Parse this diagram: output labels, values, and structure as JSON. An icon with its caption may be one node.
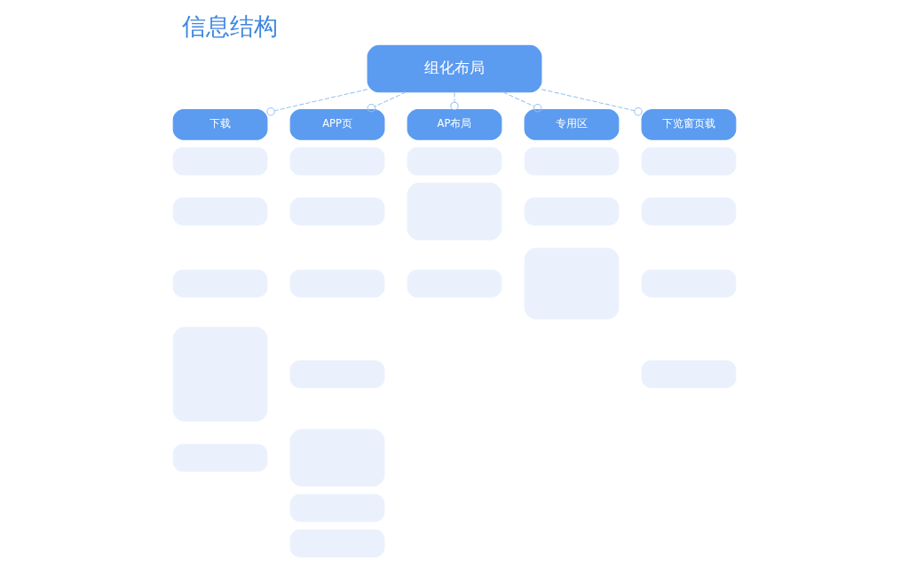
{
  "diagram": {
    "title": "信息结构",
    "nodes": [
      {
        "text": [
          "组化布局"
        ]
      },
      {
        "text": [
          "下载"
        ]
      },
      {
        "text": [
          "APP页"
        ]
      },
      {
        "text": [
          "AP布局"
        ]
      },
      {
        "text": [
          "专用区"
        ]
      },
      {
        "text": [
          "下览窗页载"
        ]
      },
      {
        "text": [],
        "shape": "box"
      },
      {
        "text": [],
        "shape": "box"
      },
      {
        "text": [],
        "shape": "box"
      },
      {
        "text": [],
        "shape": "box"
      },
      {
        "text": [],
        "shape": "box"
      },
      {
        "text": [],
        "shape": "box"
      },
      {
        "text": [],
        "shape": "box"
      },
      {
        "text": [],
        "shape": "box"
      },
      {
        "text": [],
        "shape": "box"
      },
      {
        "text": [],
        "shape": "box"
      },
      {
        "text": [],
        "shape": "box"
      },
      {
        "text": [],
        "shape": "box"
      },
      {
        "text": [],
        "shape": "box"
      },
      {
        "text": [],
        "shape": "box"
      },
      {
        "text": [],
        "shape": "box"
      },
      {
        "text": [],
        "shape": "box"
      },
      {
        "text": [],
        "shape": "box"
      },
      {
        "text": [],
        "shape": "box"
      },
      {
        "text": [],
        "shape": "box"
      },
      {
        "text": [],
        "shape": "box"
      },
      {
        "text": [],
        "shape": "box"
      },
      {
        "text": [],
        "shape": "box"
      }
    ],
    "edges": [
      {
        "from": 0,
        "to": 1,
        "arrow": "other",
        "style": "dashed"
      },
      {
        "from": 0,
        "to": 2,
        "arrow": "other",
        "style": "dashed"
      },
      {
        "from": 0,
        "to": 3,
        "arrow": "other",
        "style": "dashed"
      },
      {
        "from": 0,
        "to": 4,
        "arrow": "other",
        "style": "dashed"
      },
      {
        "from": 0,
        "to": 5,
        "arrow": "other",
        "style": "dashed"
      }
    ]
  }
}
